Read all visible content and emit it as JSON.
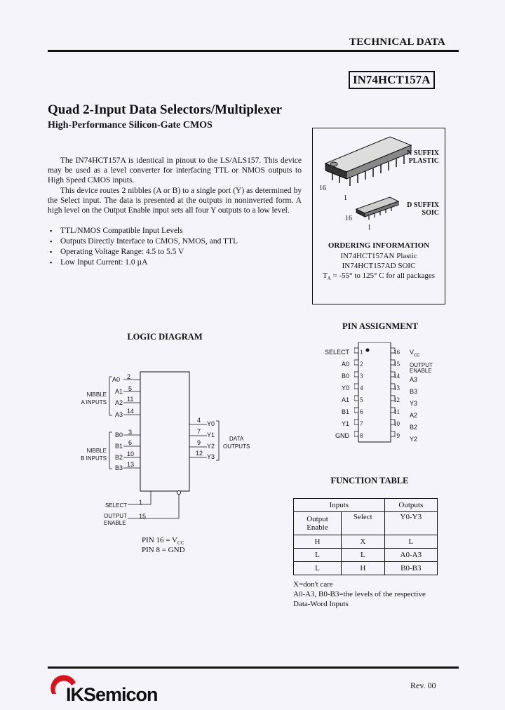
{
  "header": {
    "title": "TECHNICAL DATA",
    "part_number": "IN74HCT157A"
  },
  "main": {
    "title": "Quad 2-Input Data Selectors/Multiplexer",
    "subtitle": "High-Performance Silicon-Gate CMOS",
    "para1": "The IN74HCT157A is identical in pinout to the LS/ALS157. This device may be used as a level converter for interfacing TTL or NMOS outputs to High Speed CMOS inputs.",
    "para2": "This device routes 2 nibbles (A or B) to a single port (Y) as determined by the Select input. The data is presented at the outputs in noninverted form. A high level on the Output Enable input sets all four Y outputs to a low level.",
    "features": [
      "TTL/NMOS Compatible Input Levels",
      "Outputs Directly Interface to CMOS, NMOS, and TTL",
      "Operating Voltage Range: 4.5 to 5.5 V",
      "Low Input Current: 1.0 µA"
    ]
  },
  "package": {
    "n_suffix": "N SUFFIX",
    "n_type": "PLASTIC",
    "d_suffix": "D SUFFIX",
    "d_type": "SOIC",
    "pin16": "16",
    "pin1": "1",
    "ordering_title": "ORDERING INFORMATION",
    "order1": "IN74HCT157AN Plastic",
    "order2": "IN74HCT157AD SOIC",
    "temp_prefix": "T",
    "temp_sub": "A",
    "temp_text": " = -55° to 125° C for all packages"
  },
  "logic": {
    "title": "LOGIC DIAGRAM",
    "nibble_a": [
      "NIBBLE",
      "A INPUTS"
    ],
    "nibble_b": [
      "NIBBLE",
      "B INPUTS"
    ],
    "a_inputs": [
      {
        "name": "A0",
        "pin": "2"
      },
      {
        "name": "A1",
        "pin": "5"
      },
      {
        "name": "A2",
        "pin": "11"
      },
      {
        "name": "A3",
        "pin": "14"
      }
    ],
    "b_inputs": [
      {
        "name": "B0",
        "pin": "3"
      },
      {
        "name": "B1",
        "pin": "6"
      },
      {
        "name": "B2",
        "pin": "10"
      },
      {
        "name": "B3",
        "pin": "13"
      }
    ],
    "outputs": [
      {
        "name": "Y0",
        "pin": "4"
      },
      {
        "name": "Y1",
        "pin": "7"
      },
      {
        "name": "Y2",
        "pin": "9"
      },
      {
        "name": "Y3",
        "pin": "12"
      }
    ],
    "data_outputs": [
      "DATA",
      "OUTPUTS"
    ],
    "select_label": "SELECT",
    "select_pin": "1",
    "oe_label": [
      "OUTPUT",
      "ENABLE"
    ],
    "oe_pin": "15",
    "pin16_note": "PIN 16 = V",
    "pin16_sub": "CC",
    "pin8_note": "PIN 8 = GND"
  },
  "pins": {
    "title": "PIN ASSIGNMENT",
    "left": [
      {
        "name": "SELECT",
        "num": "1"
      },
      {
        "name": "A0",
        "num": "2"
      },
      {
        "name": "B0",
        "num": "3"
      },
      {
        "name": "Y0",
        "num": "4"
      },
      {
        "name": "A1",
        "num": "5"
      },
      {
        "name": "B1",
        "num": "6"
      },
      {
        "name": "Y1",
        "num": "7"
      },
      {
        "name": "GND",
        "num": "8"
      }
    ],
    "right": [
      {
        "name": "V",
        "sub": "CC",
        "num": "16"
      },
      {
        "name": "OUTPUT",
        "name2": "ENABLE",
        "num": "15"
      },
      {
        "name": "A3",
        "num": "14"
      },
      {
        "name": "B3",
        "num": "13"
      },
      {
        "name": "Y3",
        "num": "12"
      },
      {
        "name": "A2",
        "num": "11"
      },
      {
        "name": "B2",
        "num": "10"
      },
      {
        "name": "Y2",
        "num": "9"
      }
    ]
  },
  "function_table": {
    "title": "FUNCTION TABLE",
    "inputs_header": "Inputs",
    "outputs_header": "Outputs",
    "col_oe": [
      "Output",
      "Enable"
    ],
    "col_select": "Select",
    "col_out": "Y0-Y3",
    "rows": [
      [
        "H",
        "X",
        "L"
      ],
      [
        "L",
        "L",
        "A0-A3"
      ],
      [
        "L",
        "H",
        "B0-B3"
      ]
    ],
    "note1": "X=don't care",
    "note2": "A0-A3, B0-B3=the levels of the respective",
    "note3": "Data-Word Inputs"
  },
  "footer": {
    "logo_ik": "IK",
    "logo_rest": "Semicon",
    "rev": "Rev. 00",
    "brand_color": "#d8141c"
  }
}
